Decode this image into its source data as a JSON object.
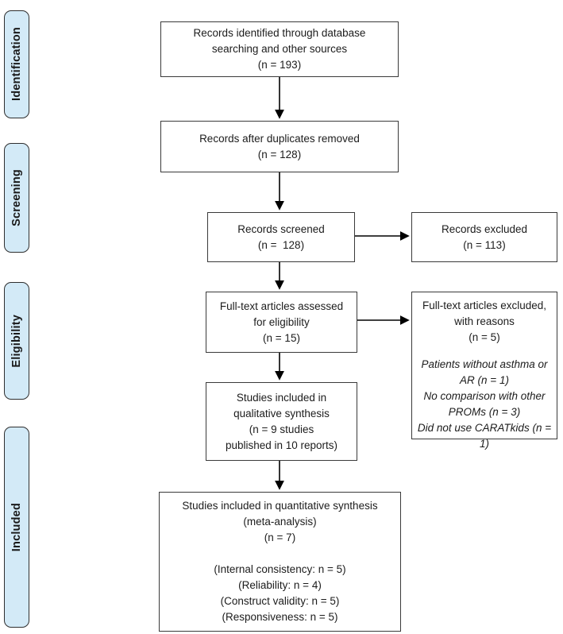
{
  "palette": {
    "stage_fill": "#d3eaf7",
    "box_border": "#3a3a3a",
    "arrow": "#000000",
    "background": "#ffffff",
    "text": "#1c1c1c"
  },
  "stages": [
    {
      "label": "Identification"
    },
    {
      "label": "Screening"
    },
    {
      "label": "Eligibility"
    },
    {
      "label": "Included"
    }
  ],
  "boxes": {
    "identified": {
      "text": "Records identified through database\nsearching and other sources\n(n = 193)"
    },
    "after_duplicates": {
      "text": "Records after duplicates removed\n(n = 128)"
    },
    "screened": {
      "text": "Records screened\n(n =  128)"
    },
    "records_excluded": {
      "text": "Records excluded\n(n = 113)"
    },
    "fulltext_assessed": {
      "text": "Full-text articles assessed\nfor eligibility\n(n = 15)"
    },
    "fulltext_excluded": {
      "title": "Full-text articles excluded,\nwith reasons\n(n = 5)",
      "reasons": "Patients without asthma or\nAR (n = 1)\nNo comparison with other\nPROMs (n = 3)\nDid not use CARATkids (n = 1)"
    },
    "qualitative": {
      "text": "Studies included in\nqualitative synthesis\n(n = 9 studies\npublished in 10 reports)"
    },
    "quantitative": {
      "text": "Studies included in quantitative synthesis\n(meta-analysis)\n(n = 7)\n\n(Internal consistency: n = 5)\n(Reliability: n = 4)\n(Construct validity: n = 5)\n(Responsiveness: n = 5)"
    }
  }
}
